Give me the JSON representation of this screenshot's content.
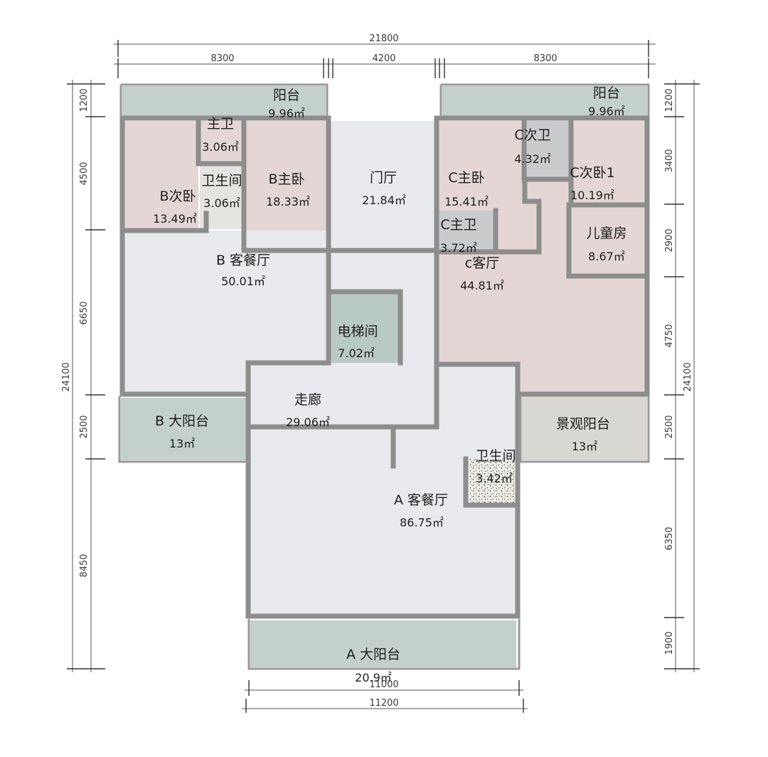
{
  "colors": {
    "balcony": "#c3d0cb",
    "bedroom": "#e3d6d5",
    "hall": "#e8eaed",
    "wall": "#8d8d8d",
    "landscape": "#d9d7d1",
    "elevator": "#b9c9c3",
    "bath": "#c9cbcd"
  },
  "dimensions": {
    "top_total": "21800",
    "top_left": "8300",
    "top_mid": "4200",
    "top_right": "8300",
    "left_total": "24100",
    "left_segments": [
      "1200",
      "4500",
      "6650",
      "2500",
      "8450"
    ],
    "right_total": "24100",
    "right_segments": [
      "1200",
      "3400",
      "2900",
      "4750",
      "2500",
      "6350",
      "1900"
    ],
    "bottom_inner": "11000",
    "bottom_outer": "11200"
  },
  "rooms": {
    "balcony_b_top": {
      "name": "阳台",
      "area": "9.96㎡"
    },
    "balcony_c_top": {
      "name": "阳台",
      "area": "9.96㎡"
    },
    "b_master_bath": {
      "name": "主卫",
      "area": "3.06㎡"
    },
    "b_bathroom": {
      "name": "卫生间",
      "area": "3.06㎡"
    },
    "b_second_bed": {
      "name": "B次卧",
      "area": "13.49㎡"
    },
    "b_master_bed": {
      "name": "B主卧",
      "area": "18.33㎡"
    },
    "foyer": {
      "name": "门厅",
      "area": "21.84㎡"
    },
    "c_second_bath": {
      "name": "C次卫",
      "area": "4.32㎡"
    },
    "c_second_bed": {
      "name": "C次卧1",
      "area": "10.19㎡"
    },
    "c_master_bed": {
      "name": "C主卧",
      "area": "15.41㎡"
    },
    "c_master_bath": {
      "name": "C主卫",
      "area": "3.72㎡"
    },
    "kids_room": {
      "name": "儿童房",
      "area": "8.67㎡"
    },
    "b_living": {
      "name": "B 客餐厅",
      "area": "50.01㎡"
    },
    "c_living": {
      "name": "c客厅",
      "area": "44.81㎡"
    },
    "elevator": {
      "name": "电梯间",
      "area": "7.02㎡"
    },
    "corridor": {
      "name": "走廊",
      "area": "29.06㎡"
    },
    "b_big_balcony": {
      "name": "B 大阳台",
      "area": "13㎡"
    },
    "landscape_balcony": {
      "name": "景观阳台",
      "area": "13㎡"
    },
    "a_bathroom": {
      "name": "卫生间",
      "area": "3.42㎡"
    },
    "a_living": {
      "name": "A 客餐厅",
      "area": "86.75㎡"
    },
    "a_big_balcony": {
      "name": "A 大阳台",
      "area": "20.9㎡"
    }
  }
}
